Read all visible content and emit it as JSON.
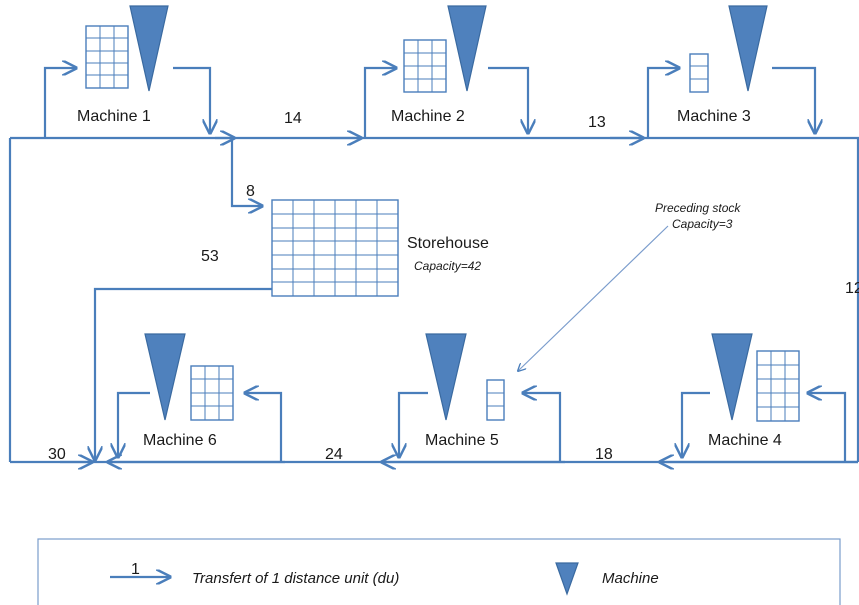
{
  "machines": {
    "m1": "Machine 1",
    "m2": "Machine 2",
    "m3": "Machine 3",
    "m4": "Machine 4",
    "m5": "Machine 5",
    "m6": "Machine 6"
  },
  "distances": {
    "d_m1_m2": "14",
    "d_m2_m3": "13",
    "d_to_store": "8",
    "d_store": "53",
    "d_right": "12",
    "d_m4_m5": "18",
    "d_m5_m6": "24",
    "d_m6_loop": "30"
  },
  "storehouse": {
    "title": "Storehouse",
    "capacity": "Capacity=42"
  },
  "annotation": {
    "line1": "Preceding stock",
    "line2": "Capacity=3"
  },
  "legend": {
    "arrow_num": "1",
    "arrow_text": "Transfert of 1 distance unit (du)",
    "machine_text": "Machine"
  },
  "colors": {
    "line": "#4a7ebb",
    "machine_fill": "#4f81bd"
  },
  "icons": [
    "arrow-icon",
    "machine-icon",
    "stock-grid-icon"
  ]
}
